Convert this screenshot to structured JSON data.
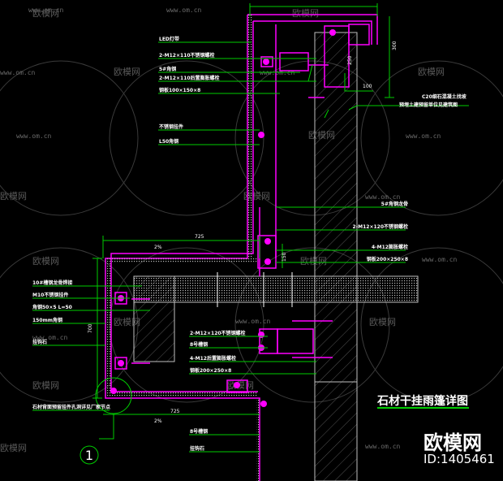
{
  "drawing": {
    "title": "石材干挂雨篷详图",
    "detail_number": "1",
    "colors": {
      "background": "#000000",
      "stone": "#ff00ff",
      "leader": "#00cc00",
      "concrete": "#bfbfbf",
      "text": "#ffffff"
    },
    "labels_upper_left": [
      "LED灯带",
      "2-M12×110不锈钢螺栓",
      "5#角钢",
      "2-M12×110后置膨胀螺栓",
      "钢板100×150×8",
      "不锈钢挂件",
      "L50角钢"
    ],
    "labels_upper_right": [
      "C20细石混凝土找坡",
      "预埋土建预留单位见建筑图"
    ],
    "labels_mid_right": [
      "5#角钢龙骨",
      "2-M12×120不锈钢螺栓",
      "4-M12膨胀螺栓",
      "钢板200×250×8"
    ],
    "labels_lower_left": [
      "10#槽钢龙骨焊接",
      "M10不锈钢挂件",
      "角钢50×5 L=50",
      "150mm角钢",
      "挂钩石",
      "石材背面预留挂件孔洞详见厂家节点"
    ],
    "labels_lower_mid": [
      "2-M12×120不锈钢螺栓",
      "8号槽钢",
      "4-M12后置膨胀螺栓",
      "钢板200×250×8",
      "8号槽钢",
      "挂钩石"
    ],
    "dimensions": {
      "top_width": "725",
      "bottom_width": "725",
      "slope_top": "2%",
      "slope_bottom": "2%",
      "height": "700",
      "gap": "150",
      "cap_height": "250",
      "parapet": "300",
      "offset": "100"
    }
  },
  "watermark": {
    "site": "www.om.cn",
    "brand": "欧模网",
    "id": "ID:1405461"
  }
}
